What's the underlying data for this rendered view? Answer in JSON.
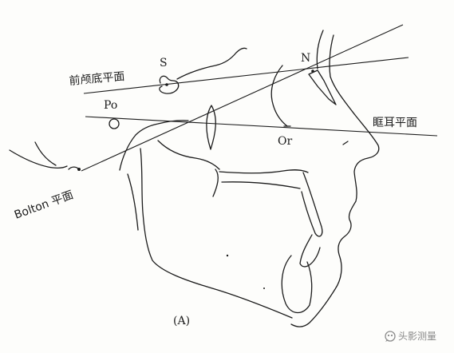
{
  "figure": {
    "panel_label": "(A)",
    "landmarks": {
      "sella": "S",
      "nasion": "N",
      "porion": "Po",
      "orbitale": "Or"
    },
    "planes": {
      "anterior_cranial_base": "前颅底平面",
      "frankfort_horizontal": "眶耳平面",
      "bolton": "Bolton 平面"
    }
  },
  "watermark": {
    "text": "头影测量",
    "icon": "wechat-channel-icon",
    "color": "#8a8a8a"
  }
}
